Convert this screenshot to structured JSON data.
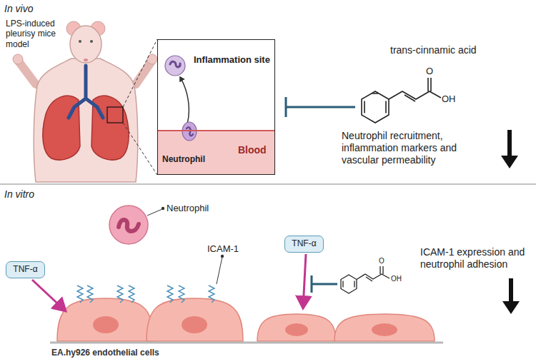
{
  "diagram": {
    "nodes": [
      {
        "text": [
          "Inflammation site"
        ]
      },
      {
        "text": [
          "Neutrophil",
          "Blood"
        ],
        "in": 0
      },
      {
        "text": [
          "TNF-α"
        ]
      },
      {
        "text": [
          "TNF-α"
        ]
      }
    ],
    "labels": [
      "In vivo",
      "LPS-induced pleurisy mice model",
      "trans-cinnamic acid",
      "O",
      "OH",
      "Neutrophil recruitment, inflammation markers and vascular permeability",
      "In vitro",
      "Neutrophil",
      "ICAM-1",
      "O",
      "OH",
      "ICAM-1 expression and neutrophil adhesion",
      "EA.hy926 endothelial cells"
    ]
  }
}
